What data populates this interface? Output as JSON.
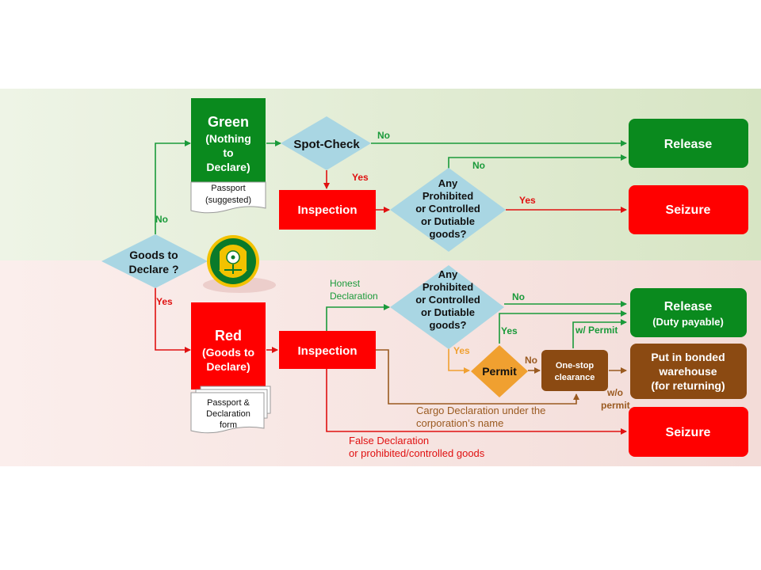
{
  "start": {
    "line1": "Goods to",
    "line2": "Declare ?"
  },
  "green_channel": {
    "line1": "Green",
    "line2": "(Nothing",
    "line3": "to",
    "line4": "Declare)"
  },
  "green_doc": {
    "line1": "Passport",
    "line2": "(suggested)"
  },
  "spot_check": "Spot-Check",
  "inspection_green": "Inspection",
  "decision_green": {
    "line1": "Any",
    "line2": "Prohibited",
    "line3": "or Controlled",
    "line4": "or Dutiable",
    "line5": "goods?"
  },
  "release_green": "Release",
  "seizure_green": "Seizure",
  "red_channel": {
    "line1": "Red",
    "line2": "(Goods to",
    "line3": "Declare)"
  },
  "red_doc": {
    "line1": "Passport &",
    "line2": "Declaration",
    "line3": "form"
  },
  "inspection_red": "Inspection",
  "decision_red": {
    "line1": "Any",
    "line2": "Prohibited",
    "line3": "or Controlled",
    "line4": "or Dutiable",
    "line5": "goods?"
  },
  "permit": "Permit",
  "one_stop": {
    "line1": "One-stop",
    "line2": "clearance"
  },
  "release_red": {
    "line1": "Release",
    "line2": "(Duty payable)"
  },
  "bonded": {
    "line1": "Put in bonded",
    "line2": "warehouse",
    "line3": "(for returning)"
  },
  "seizure_red": "Seizure",
  "labels": {
    "no_green_channel": "No",
    "yes_red_channel": "Yes",
    "no_spot": "No",
    "yes_spot": "Yes",
    "no_decision_green": "No",
    "yes_decision_green": "Yes",
    "honest_1": "Honest",
    "honest_2": "Declaration",
    "no_decision_red": "No",
    "yes_decision_red_release": "Yes",
    "yes_decision_red_permit": "Yes",
    "no_permit": "No",
    "with_permit": "w/ Permit",
    "without_permit_1": "w/o",
    "without_permit_2": "permit",
    "cargo_1": "Cargo Declaration under the",
    "cargo_2": "corporation’s  name",
    "false_1": "False Declaration",
    "false_2": "or prohibited/controlled goods"
  },
  "colors": {
    "green_band": "#dfe9d0",
    "red_band": "#f6e3e1",
    "green_box": "#0a8a1e",
    "red_box": "#ff0000",
    "diamond": "#a9d6e3",
    "permit": "#f0a030",
    "brown": "#8b4a12",
    "green_line": "#1a9a3a",
    "red_line": "#e01010",
    "brown_line": "#9a5a20"
  }
}
